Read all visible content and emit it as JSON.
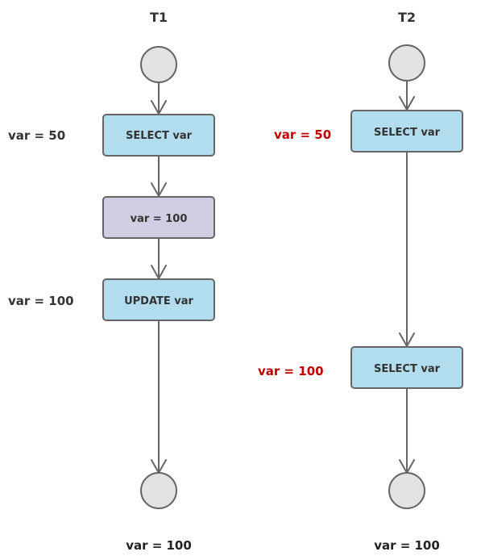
{
  "lanes": {
    "t1": {
      "title": "T1",
      "steps": {
        "select": "SELECT var",
        "assign": "var = 100",
        "update": "UPDATE var"
      },
      "notes": {
        "after_select": "var = 50",
        "after_update": "var = 100"
      },
      "final": "var = 100"
    },
    "t2": {
      "title": "T2",
      "steps": {
        "select_first": "SELECT var",
        "select_second": "SELECT var"
      },
      "notes": {
        "first_read": "var = 50",
        "second_read": "var = 100"
      },
      "final": "var = 100"
    }
  },
  "colors": {
    "step_box": "#b2ddef",
    "local_step_box": "#d0cee2",
    "node": "#e3e3e3",
    "highlight_text": "#c00000"
  }
}
